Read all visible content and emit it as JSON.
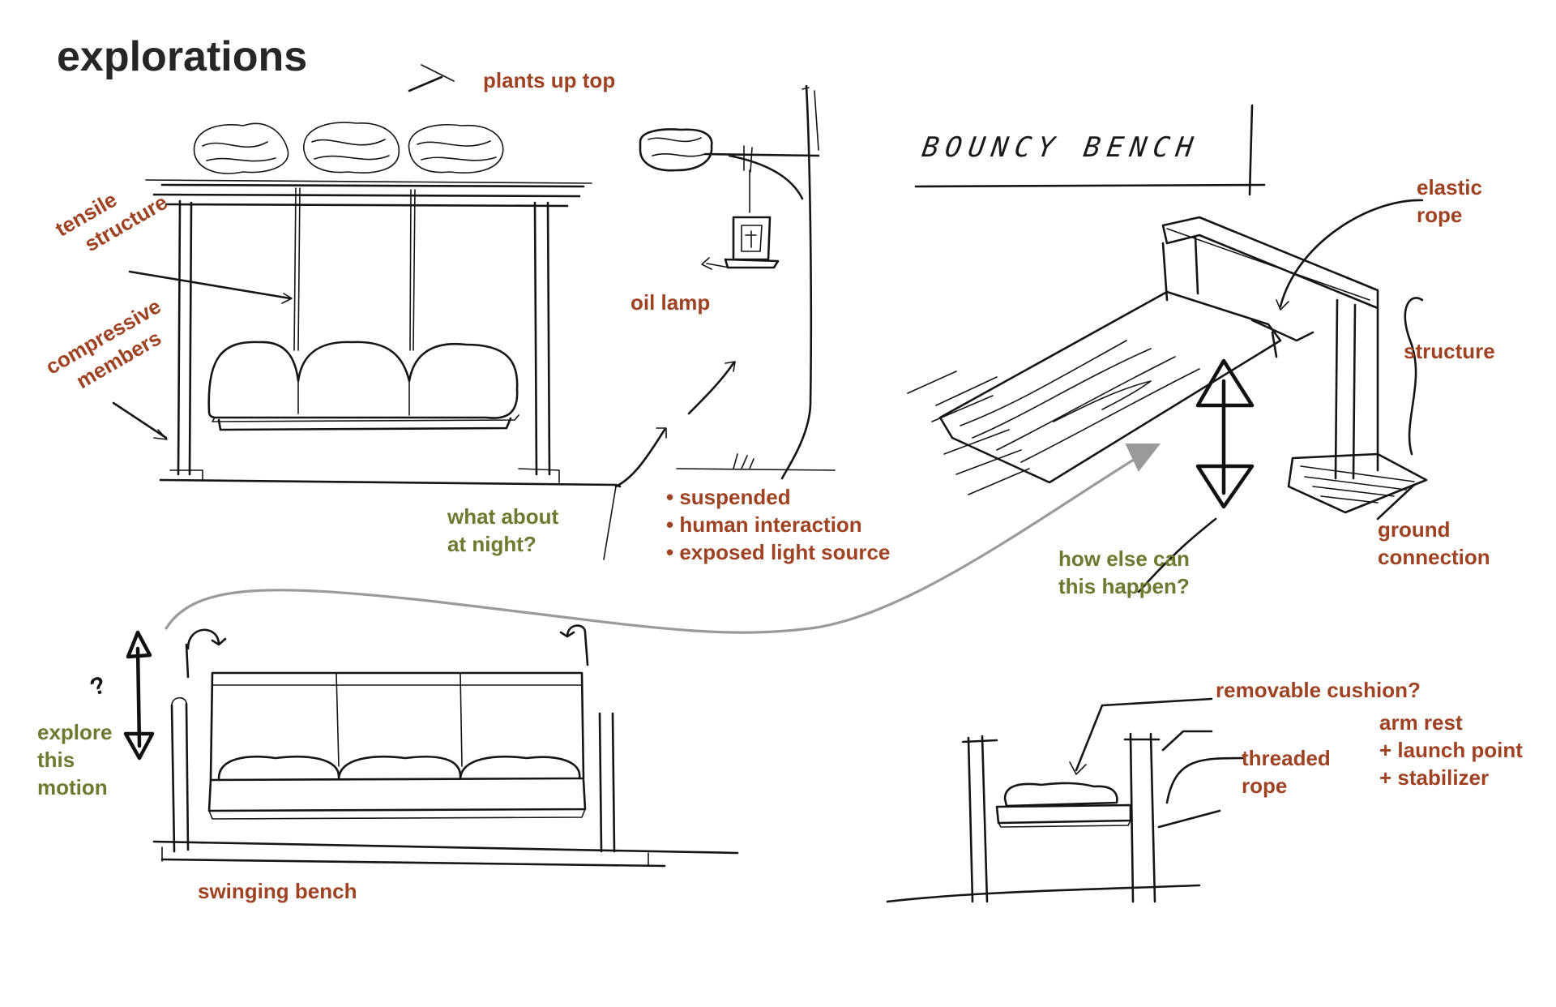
{
  "title": "explorations",
  "sketch_heading": "BOUNCY BENCH",
  "labels": {
    "plants_up_top": "plants up top",
    "tensile_structure": [
      "tensile",
      "structure"
    ],
    "compressive_members": [
      "compressive",
      "members"
    ],
    "oil_lamp": "oil lamp",
    "what_about_at_night": [
      "what about",
      "at night?"
    ],
    "elastic_rope": [
      "elastic",
      "rope"
    ],
    "structure": "structure",
    "ground_connection": [
      "ground",
      "connection"
    ],
    "how_else": [
      "how else can",
      "this happen?"
    ],
    "explore_this_motion": [
      "explore",
      "this",
      "motion"
    ],
    "swinging_bench": "swinging bench",
    "removable_cushion": "removable cushion?",
    "arm_rest": [
      "arm rest",
      "+ launch point",
      "+ stabilizer"
    ],
    "threaded_rope": [
      "threaded",
      "rope"
    ],
    "question_mark": "?"
  },
  "bullets": [
    "suspended",
    "human interaction",
    "exposed light source"
  ],
  "colors": {
    "rust": "#9e4222",
    "olive": "#6b7a2e",
    "ink": "#151515",
    "arrow_gray": "#9a9a9a",
    "title": "#262626"
  }
}
